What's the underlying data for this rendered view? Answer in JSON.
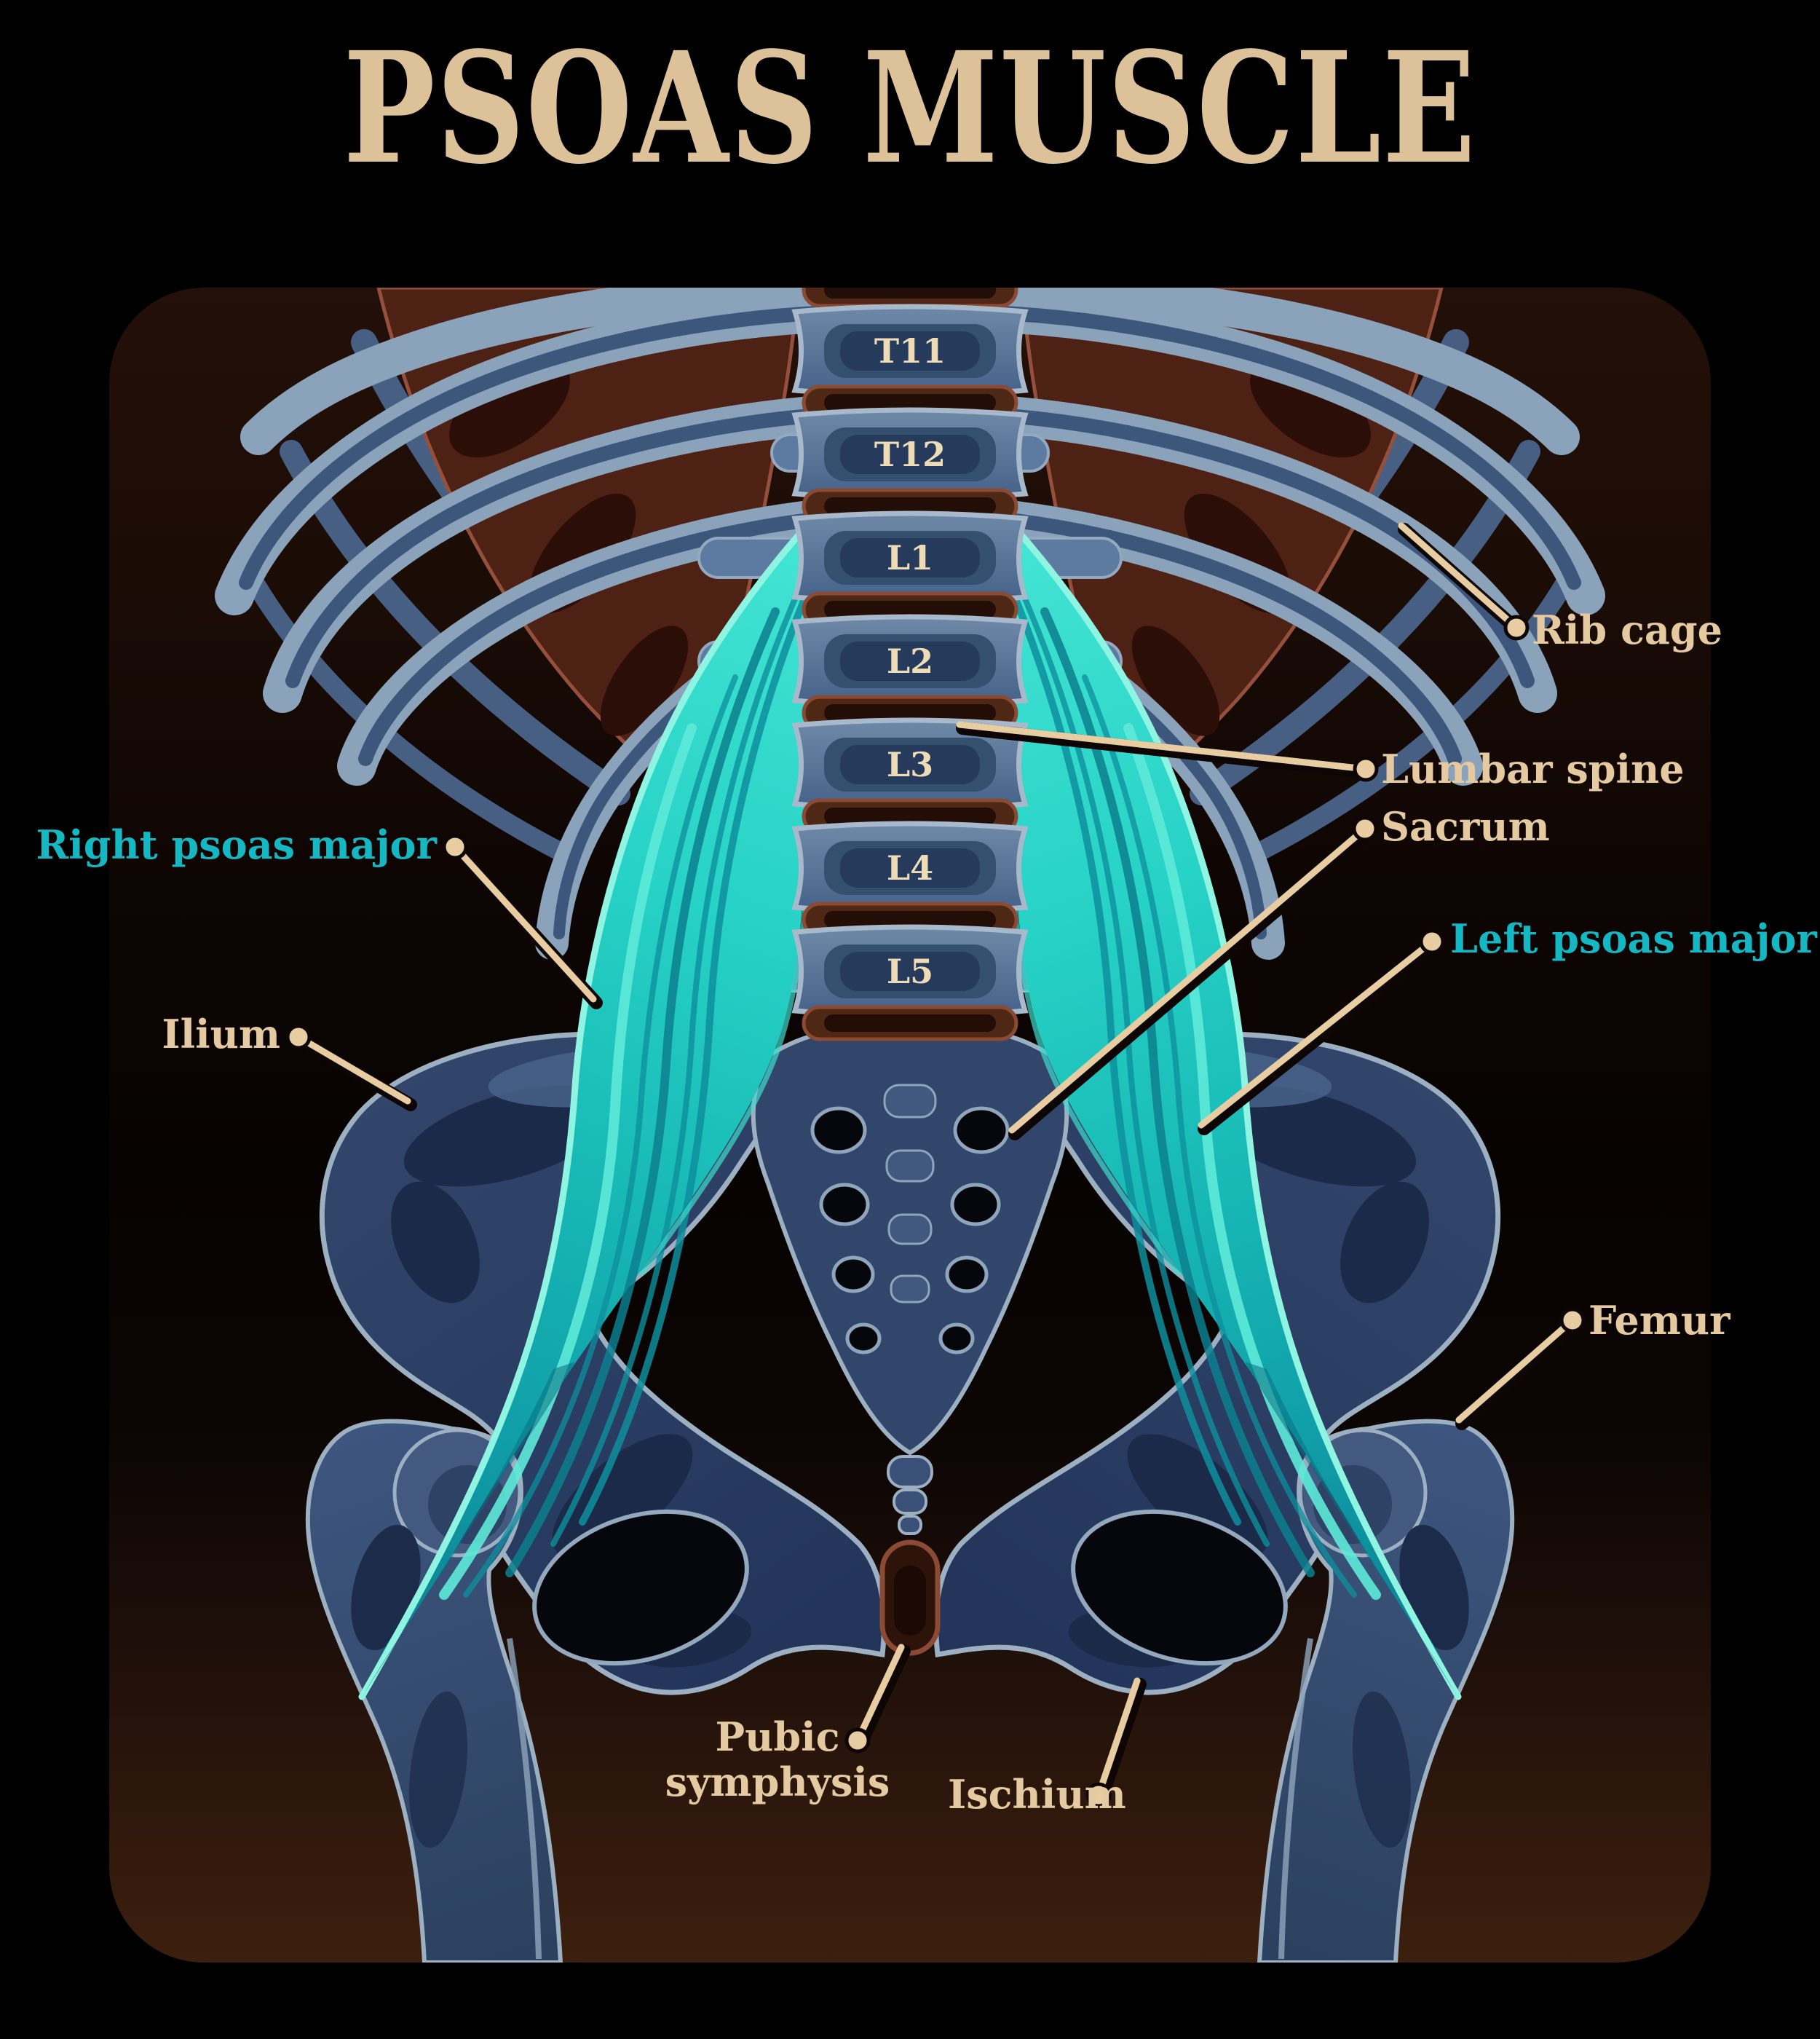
{
  "title": "PSOAS MUSCLE",
  "colors": {
    "page_background": "#000000",
    "title_text": "#dcc199",
    "label_cream": "#e5c9a0",
    "label_teal": "#15b7c2",
    "muscle_teal": "#1ec9c2",
    "bone_blue": "#5a7698",
    "disc_brown": "#4f2815",
    "panel_brown": "#3b1d0d",
    "leader_line": "#e8cda2"
  },
  "vertebrae": [
    {
      "label": "T11"
    },
    {
      "label": "T12"
    },
    {
      "label": "L1"
    },
    {
      "label": "L2"
    },
    {
      "label": "L3"
    },
    {
      "label": "L4"
    },
    {
      "label": "L5"
    }
  ],
  "labels": {
    "rib_cage": "Rib cage",
    "lumbar_spine": "Lumbar spine",
    "sacrum": "Sacrum",
    "left_psoas_major": "Left psoas major",
    "right_psoas_major": "Right psoas major",
    "ilium": "Ilium",
    "femur": "Femur",
    "pubic_symphysis": {
      "line1": "Pubic",
      "line2": "symphysis"
    },
    "ischium": "Ischium"
  }
}
